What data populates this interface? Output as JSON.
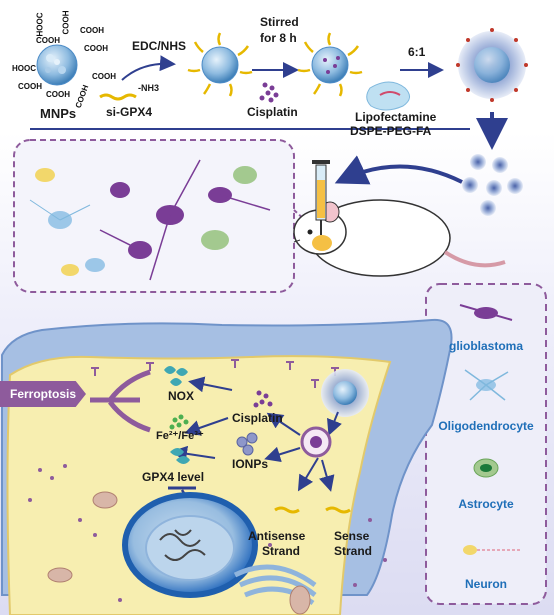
{
  "synthesis": {
    "cooh_label": "COOH",
    "cooh_rotated_label": "HOOC",
    "mnps": "MNPs",
    "nh3": "-NH3",
    "si_gpx4": "si-GPX4",
    "edc_nhs": "EDC/NHS",
    "stirred_line1": "Stirred",
    "stirred_line2": "for 8 h",
    "cisplatin": "Cisplatin",
    "lipofectamine": "Lipofectamine",
    "dspe": "DSPE-PEG-FA",
    "ratio": "6:1"
  },
  "legend": {
    "glioblastoma": "glioblastoma",
    "oligodendrocyte": "Oligodendrocyte",
    "astrocyte": "Astrocyte",
    "neuron": "Neuron"
  },
  "cell": {
    "ferroptosis": "Ferroptosis",
    "nox": "NOX",
    "fe": "Fe²⁺/Fe³⁺",
    "gpx4_level": "GPX4 level",
    "cisplatin": "Cisplatin",
    "ionps": "IONPs",
    "antisense_line1": "Antisense",
    "antisense_line2": "Strand",
    "sense_line1": "Sense",
    "sense_line2": "Strand"
  },
  "colors": {
    "legend_text": "#1f6fb8",
    "ferroptosis_bg": "#8e5b9c",
    "cell_yellow": "#f7eeb0",
    "membrane_blue": "#7fa6d6",
    "nucleus_blue": "#2d6fbf"
  }
}
